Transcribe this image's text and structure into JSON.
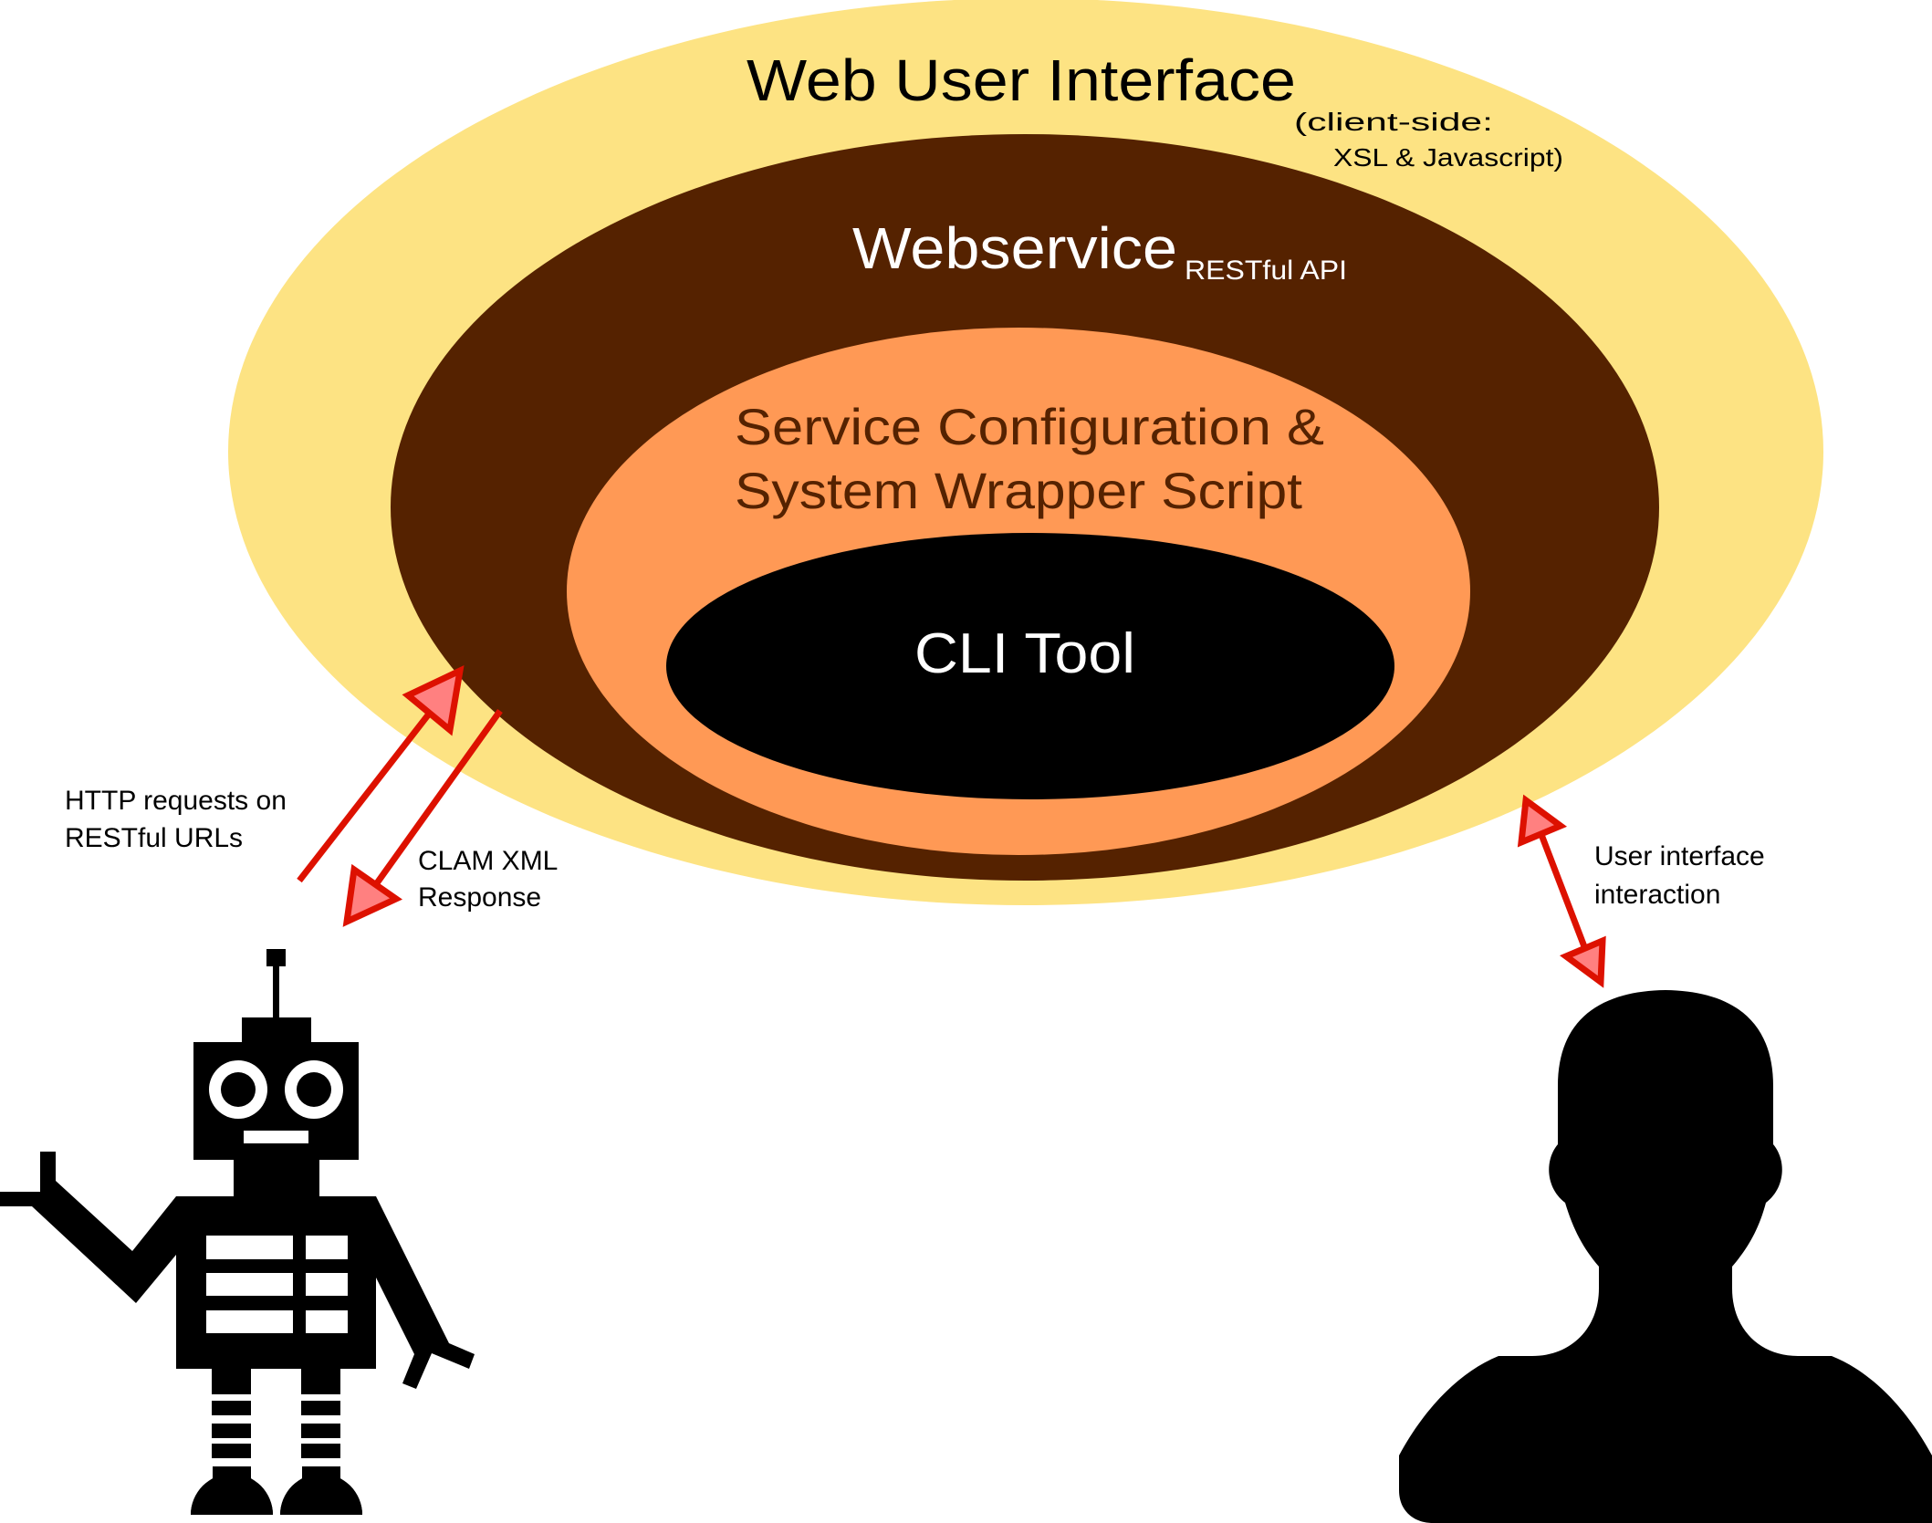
{
  "colors": {
    "web_ui_layer": "#fde383",
    "webservice_layer": "#552200",
    "wrapper_layer": "#ff9955",
    "cli_layer": "#000000",
    "arrow_stroke": "#dd1100",
    "arrow_fill": "#ff8080",
    "figure": "#000000",
    "figure_detail": "#ffffff"
  },
  "layers": {
    "web_ui": {
      "title": "Web User Interface",
      "note_line1": "(client-side:",
      "note_line2": "XSL & Javascript)"
    },
    "webservice": {
      "title": "Webservice",
      "subtitle": "RESTful API"
    },
    "wrapper": {
      "title_line1": "Service Configuration &",
      "title_line2": "System Wrapper Script"
    },
    "cli": {
      "title": "CLI Tool"
    }
  },
  "connections": {
    "http_requests": {
      "label_line1": "HTTP requests on",
      "label_line2": "RESTful URLs",
      "direction": "robot-to-webservice"
    },
    "clam_response": {
      "label_line1": "CLAM XML",
      "label_line2": "Response",
      "direction": "webservice-to-robot"
    },
    "ui_interaction": {
      "label_line1": "User interface",
      "label_line2": "interaction",
      "direction": "bidirectional"
    }
  },
  "actors": {
    "machine": "robot-icon",
    "human": "person-silhouette-icon"
  }
}
